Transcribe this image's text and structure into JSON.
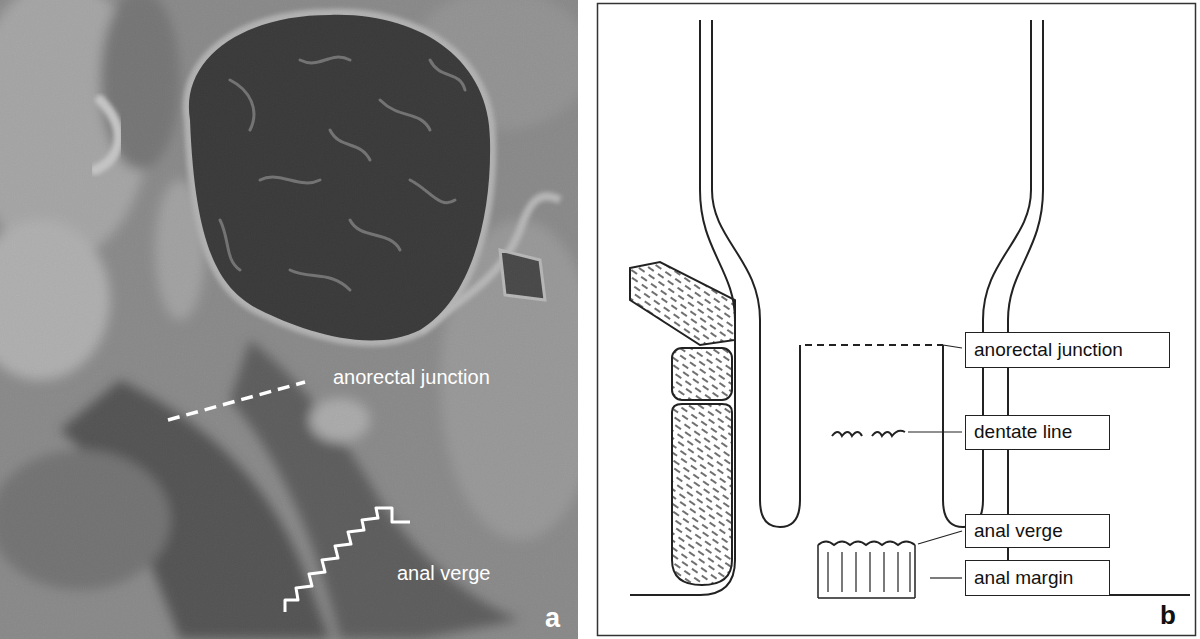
{
  "diagram": {
    "nodes": [
      {
        "text": [
          "anorectal junction"
        ]
      },
      {
        "text": [
          "dentate line"
        ]
      },
      {
        "text": [
          "anal verge"
        ]
      },
      {
        "text": [
          "anal margin"
        ]
      }
    ],
    "labels": [
      "anorectal junction",
      "anal verge",
      "a",
      "b"
    ]
  }
}
